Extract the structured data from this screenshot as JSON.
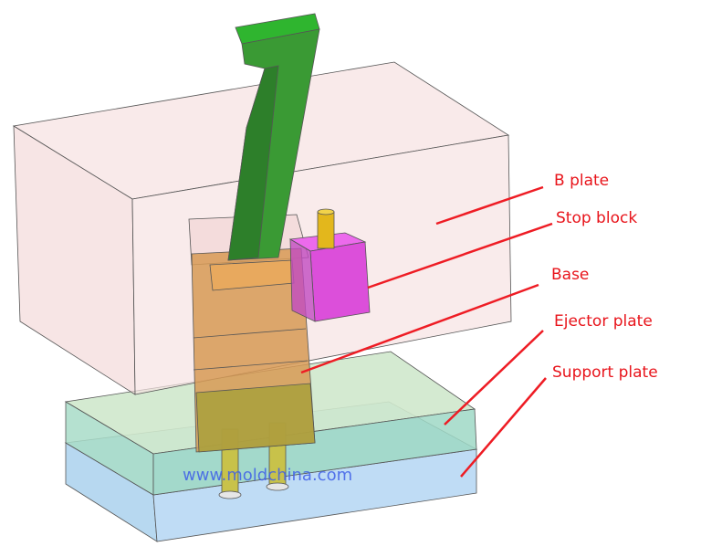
{
  "labels": {
    "b_plate": "B plate",
    "stop_block": "Stop block",
    "base": "Base",
    "ejector_plate": "Ejector plate",
    "support_plate": "Support plate"
  },
  "watermark": "www.moldchina.com",
  "colors": {
    "label_text": "#e8141b",
    "leader_line": "#ee1c24",
    "b_plate": "#f3d9d9",
    "stop_block": "#d83ed8",
    "base": "#d99a52",
    "lifter": "#2f9a2f",
    "ejector_plate": "#b9dcb9",
    "support_plate": "#b7d8f0",
    "pins": "#e0b51a",
    "watermark": "#3f5fe8"
  }
}
